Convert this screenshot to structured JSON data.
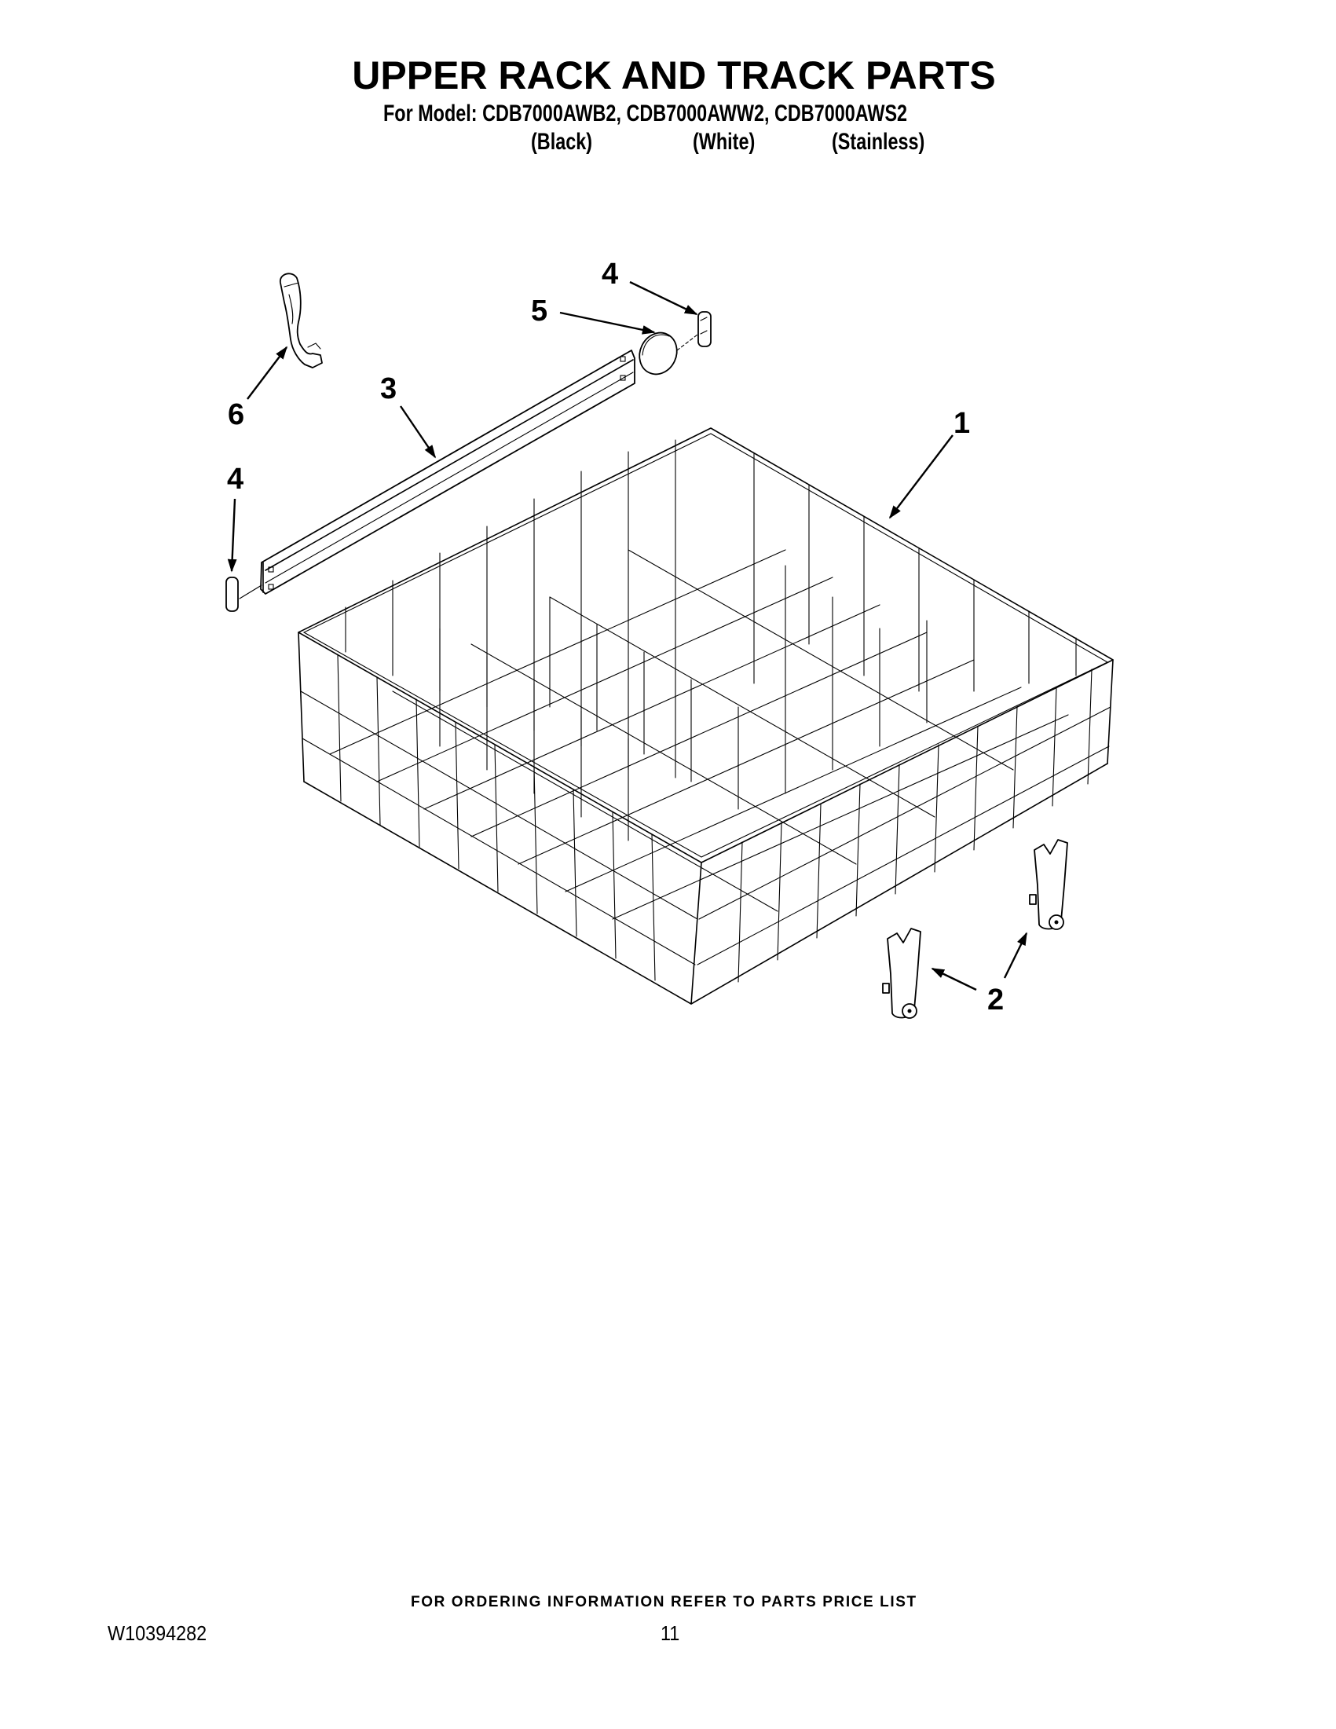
{
  "header": {
    "title": "UPPER RACK AND TRACK PARTS",
    "model_line": "For Model: CDB7000AWB2, CDB7000AWW2, CDB7000AWS2",
    "variants": [
      {
        "label": "(Black)"
      },
      {
        "label": "(White)"
      },
      {
        "label": "(Stainless)"
      }
    ]
  },
  "diagram": {
    "callouts": [
      {
        "id": "rack",
        "number": "1"
      },
      {
        "id": "rollers",
        "number": "2"
      },
      {
        "id": "track",
        "number": "3"
      },
      {
        "id": "track-stop-top",
        "number": "4"
      },
      {
        "id": "track-stop-bottom",
        "number": "4"
      },
      {
        "id": "cap",
        "number": "5"
      },
      {
        "id": "adjuster-clip",
        "number": "6"
      }
    ]
  },
  "footer": {
    "note": "FOR ORDERING INFORMATION REFER TO PARTS PRICE LIST",
    "doc_number": "W10394282",
    "page_number": "11"
  }
}
